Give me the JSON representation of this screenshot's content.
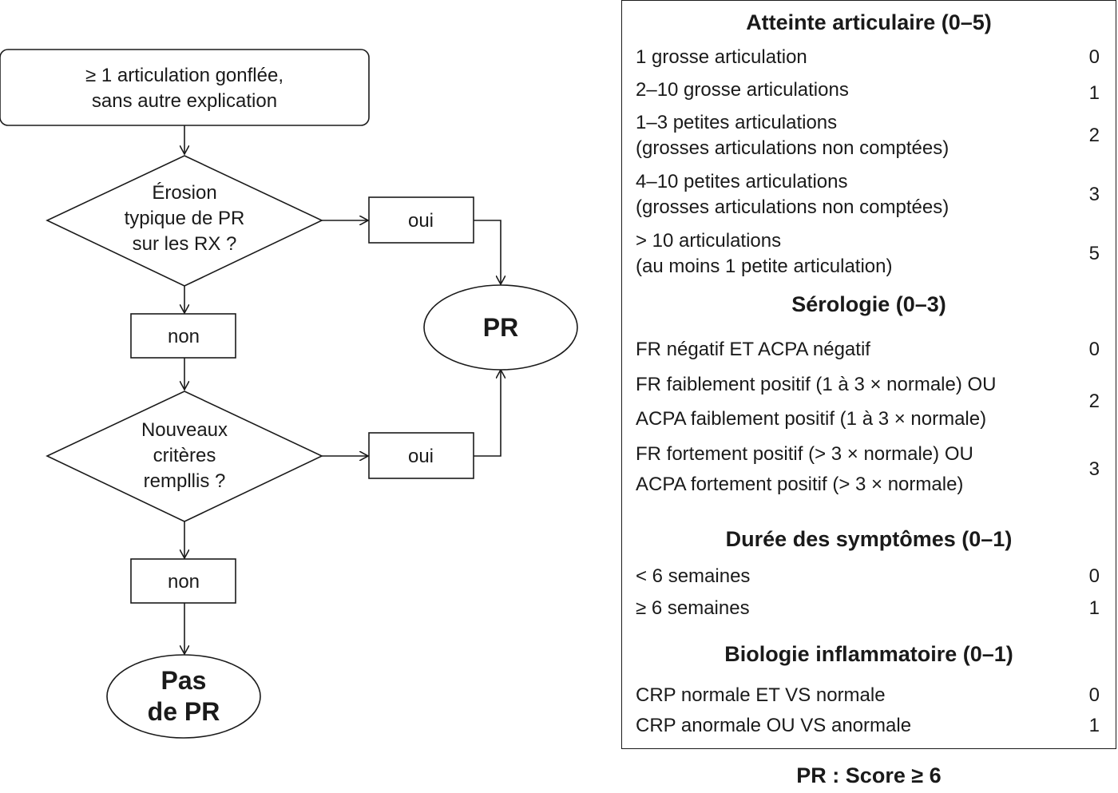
{
  "flowchart": {
    "start": [
      "≥ 1 articulation gonflée,",
      "sans autre explication"
    ],
    "decision1": [
      "Érosion",
      "typique de PR",
      "sur les RX ?"
    ],
    "yes1": "oui",
    "no1": "non",
    "decision2": [
      "Nouveaux",
      "critères",
      "rempllis ?"
    ],
    "yes2": "oui",
    "no2": "non",
    "positive": "PR",
    "negative": [
      "Pas",
      "de PR"
    ]
  },
  "criteria": {
    "sections": [
      {
        "title": "Atteinte articulaire (0–5)",
        "rows": [
          {
            "lines": [
              "1 grosse articulation"
            ],
            "score": "0"
          },
          {
            "lines": [
              "2–10 grosse articulations"
            ],
            "score": "1"
          },
          {
            "lines": [
              "1–3 petites articulations",
              "(grosses articulations non comptées)"
            ],
            "score": "2"
          },
          {
            "lines": [
              "4–10 petites articulations",
              "(grosses articulations non comptées)"
            ],
            "score": "3"
          },
          {
            "lines": [
              "> 10 articulations",
              "(au moins 1 petite articulation)"
            ],
            "score": "5"
          }
        ]
      },
      {
        "title": "Sérologie (0–3)",
        "rows": [
          {
            "lines": [
              "FR négatif ET ACPA négatif"
            ],
            "score": "0"
          },
          {
            "lines": [
              "FR faiblement positif (1 à 3 × normale) OU",
              "ACPA faiblement positif (1 à 3 × normale)"
            ],
            "score": "2"
          },
          {
            "lines": [
              "FR fortement positif (> 3 × normale) OU",
              "ACPA fortement positif (> 3 × normale)"
            ],
            "score": "3"
          }
        ]
      },
      {
        "title": "Durée des symptômes (0–1)",
        "rows": [
          {
            "lines": [
              "< 6 semaines"
            ],
            "score": "0"
          },
          {
            "lines": [
              "≥ 6 semaines"
            ],
            "score": "1"
          }
        ]
      },
      {
        "title": "Biologie inflammatoire (0–1)",
        "rows": [
          {
            "lines": [
              "CRP normale ET VS normale"
            ],
            "score": "0"
          },
          {
            "lines": [
              "CRP anormale OU VS anormale"
            ],
            "score": "1"
          }
        ]
      }
    ],
    "threshold": "PR : Score ≥ 6"
  }
}
